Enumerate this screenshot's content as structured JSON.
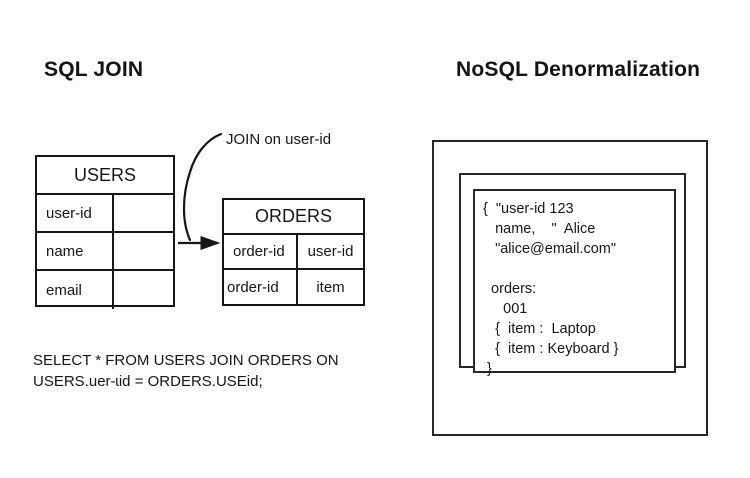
{
  "background_color": "#fdfdfd",
  "ink_color": "#161616",
  "sections": {
    "left": {
      "title": "SQL JOIN",
      "tables": [
        {
          "name": "users-table",
          "header": "USERS",
          "rows": [
            {
              "left": "user-id",
              "right": ""
            },
            {
              "left": "name",
              "right": ""
            },
            {
              "left": "email",
              "right": ""
            }
          ]
        },
        {
          "name": "orders-table",
          "header": "ORDERS",
          "rows": [
            {
              "left": "order-id",
              "right": "user-id"
            },
            {
              "left": "order-id",
              "right": "item"
            }
          ]
        }
      ],
      "join_label": "JOIN on user-id",
      "query": "SELECT * FROM USERS JOIN ORDERS ON\nUSERS.uer-ɩid = ORDERS.USEid;"
    },
    "right": {
      "title": "NoSQL Denormalization",
      "document": "{  \"user-id 123\n   name,    \"  Alice\n   \"alice@email.com\"\n\n  orders:\n     001\n   {  item :  Laptop\n   {  item : Keyboard }\n }"
    }
  }
}
